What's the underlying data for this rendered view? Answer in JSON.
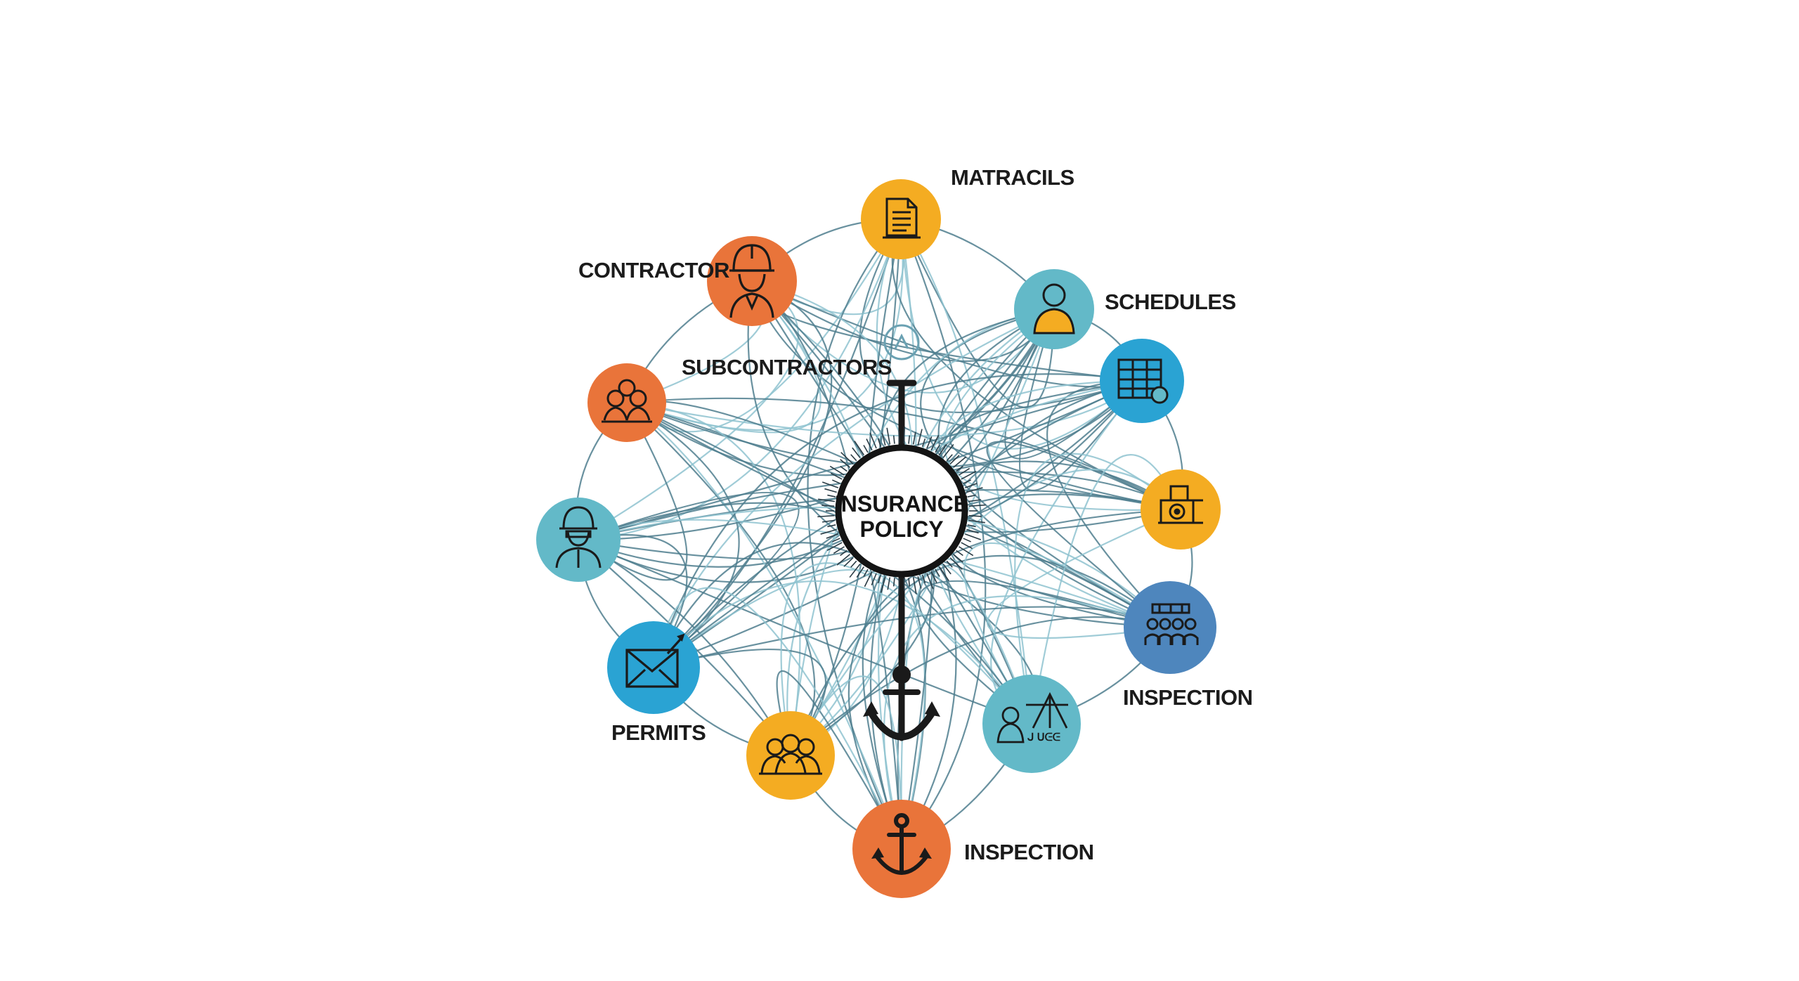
{
  "diagram": {
    "center_label_line1": "INSURANCE",
    "center_label_line2": "POLICY",
    "colors": {
      "orange": "#E9743A",
      "amber": "#F4AC22",
      "teal": "#63B9C8",
      "blue": "#2AA3D3",
      "steel": "#4E86BD",
      "line": "#4F7E8E",
      "ink": "#1a1a1a"
    },
    "nodes": [
      {
        "id": "materials",
        "label": "MATRACILS",
        "icon": "document-icon",
        "color": "amber"
      },
      {
        "id": "contractor",
        "label": "CONTRACTOR",
        "icon": "hardhat-worker-icon",
        "color": "orange"
      },
      {
        "id": "schedules",
        "label": "SCHEDULES",
        "icon": "person-icon",
        "color": "teal"
      },
      {
        "id": "subcontractors",
        "label": "SUBCONTRACTORS",
        "icon": "group-icon",
        "color": "orange"
      },
      {
        "id": "calendar",
        "label": "",
        "icon": "calendar-icon",
        "color": "blue"
      },
      {
        "id": "worker",
        "label": "",
        "icon": "worker-icon",
        "color": "teal"
      },
      {
        "id": "equipment",
        "label": "",
        "icon": "equipment-icon",
        "color": "amber"
      },
      {
        "id": "permits",
        "label": "PERMITS",
        "icon": "envelope-icon",
        "color": "blue"
      },
      {
        "id": "inspection-right",
        "label": "INSPECTION",
        "icon": "team-icon",
        "color": "steel"
      },
      {
        "id": "crowd",
        "label": "",
        "icon": "crowd-icon",
        "color": "amber"
      },
      {
        "id": "crane",
        "label": "",
        "icon": "crane-icon",
        "color": "teal"
      },
      {
        "id": "inspection-bottom",
        "label": "INSPECTION",
        "icon": "anchor-icon",
        "color": "orange"
      }
    ]
  }
}
